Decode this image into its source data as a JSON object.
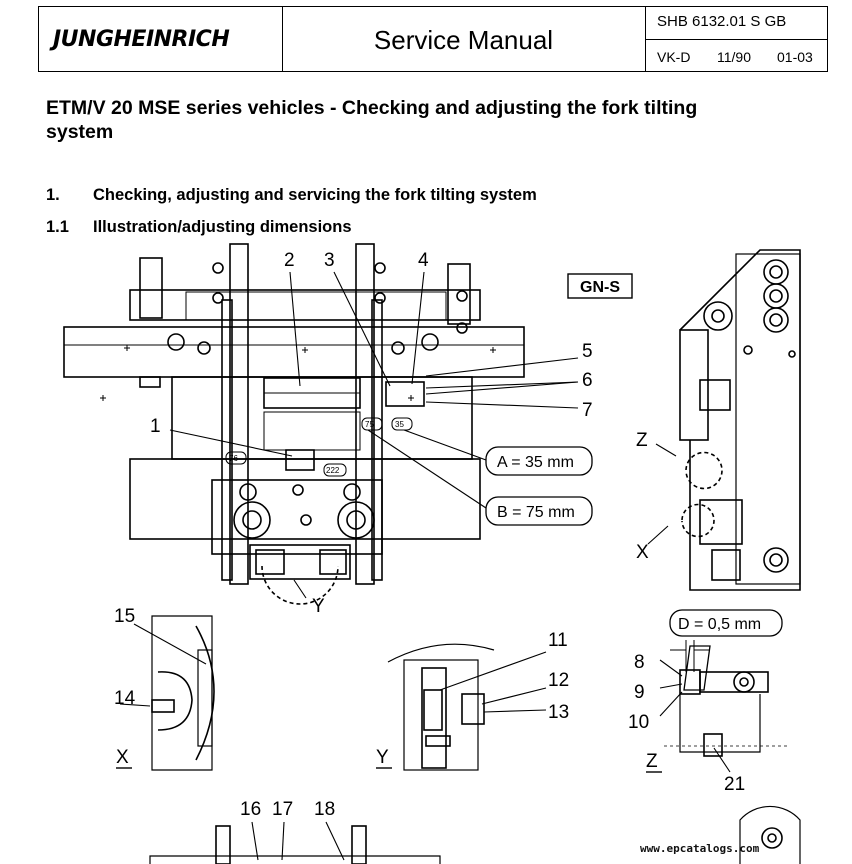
{
  "header": {
    "brand": "JUNGHEINRICH",
    "title": "Service Manual",
    "doc_ref": "SHB 6132.01 S GB",
    "dept": "VK-D",
    "edition": "11/90",
    "page": "01-03"
  },
  "document": {
    "title": "ETM/V 20  MSE series vehicles  -   Checking and adjusting the fork tilting system",
    "sections": [
      {
        "num": "1.",
        "text": "Checking, adjusting and servicing the fork tilting system"
      },
      {
        "num": "1.1",
        "text": "Illustration/adjusting dimensions"
      }
    ]
  },
  "figure": {
    "variant_tag": "GN-S",
    "dim_a": "A = 35 mm",
    "dim_b": "B = 75 mm",
    "dim_d": "D = 0,5 mm",
    "callouts": [
      "1",
      "2",
      "3",
      "4",
      "5",
      "6",
      "7",
      "8",
      "9",
      "10",
      "11",
      "12",
      "13",
      "14",
      "15",
      "16",
      "17",
      "18",
      "21"
    ],
    "view_labels": {
      "x": "X",
      "y": "Y",
      "z": "Z"
    },
    "small_marks": {
      "a": "76",
      "b": "75",
      "c": "35",
      "d": "222"
    }
  },
  "watermark": "www.epcatalogs.com"
}
